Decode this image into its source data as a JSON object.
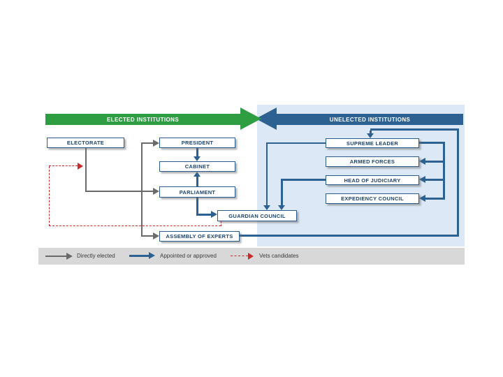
{
  "banners": {
    "elected": "ELECTED INSTITUTIONS",
    "unelected": "UNELECTED INSTITUTIONS"
  },
  "boxes": {
    "electorate": "ELECTORATE",
    "president": "PRESIDENT",
    "cabinet": "CABINET",
    "parliament": "PARLIAMENT",
    "guardian_council": "GUARDIAN COUNCIL",
    "assembly_of_experts": "ASSEMBLY OF EXPERTS",
    "supreme_leader": "SUPREME LEADER",
    "armed_forces": "ARMED FORCES",
    "head_of_judiciary": "HEAD OF JUDICIARY",
    "expediency_council": "EXPEDIENCY COUNCIL"
  },
  "legend": {
    "directly_elected": "Directly elected",
    "appointed_or_approved": "Appointed or approved",
    "vets_candidates": "Vets candidates"
  },
  "connections": [
    {
      "from": "ELECTORATE",
      "to": "PRESIDENT",
      "type": "directly_elected"
    },
    {
      "from": "ELECTORATE",
      "to": "PARLIAMENT",
      "type": "directly_elected"
    },
    {
      "from": "ELECTORATE",
      "to": "ASSEMBLY OF EXPERTS",
      "type": "directly_elected"
    },
    {
      "from": "PRESIDENT",
      "to": "CABINET",
      "type": "appointed_or_approved"
    },
    {
      "from": "PARLIAMENT",
      "to": "CABINET",
      "type": "appointed_or_approved"
    },
    {
      "from": "PARLIAMENT",
      "to": "GUARDIAN COUNCIL",
      "type": "appointed_or_approved"
    },
    {
      "from": "ASSEMBLY OF EXPERTS",
      "to": "SUPREME LEADER",
      "type": "appointed_or_approved"
    },
    {
      "from": "SUPREME LEADER",
      "to": "ARMED FORCES",
      "type": "appointed_or_approved"
    },
    {
      "from": "SUPREME LEADER",
      "to": "HEAD OF JUDICIARY",
      "type": "appointed_or_approved"
    },
    {
      "from": "SUPREME LEADER",
      "to": "EXPEDIENCY COUNCIL",
      "type": "appointed_or_approved"
    },
    {
      "from": "SUPREME LEADER",
      "to": "GUARDIAN COUNCIL",
      "type": "appointed_or_approved"
    },
    {
      "from": "HEAD OF JUDICIARY",
      "to": "GUARDIAN COUNCIL",
      "type": "appointed_or_approved"
    },
    {
      "from": "GUARDIAN COUNCIL",
      "to": "election candidates",
      "type": "vets_candidates"
    }
  ],
  "colors": {
    "green": "#2f9e43",
    "blue": "#2d6191",
    "panel": "#dce8f5",
    "box_border": "#2b5c8d",
    "box_text": "#1c4472",
    "gray": "#6a6a6a",
    "red": "#cc2a2a",
    "legend_bg": "#d8d8d8",
    "legend_text": "#3b3b3b"
  }
}
